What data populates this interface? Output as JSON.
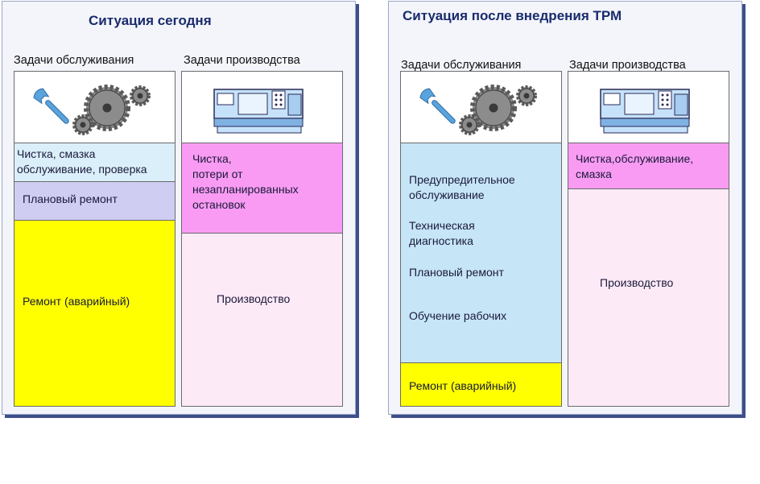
{
  "left_panel": {
    "title": "Ситуация сегодня",
    "maintenance_header": "Задачи обслуживания",
    "production_header": "Задачи производства",
    "maintenance": {
      "icons": [
        "wrench-icon",
        "gears-icon"
      ],
      "segments": [
        {
          "label": "Чистка, смазка\nобслуживание, проверка",
          "color": "#dbeffa"
        },
        {
          "label": "Плановый ремонт",
          "color": "#cfcdf1"
        },
        {
          "label": "Ремонт (аварийный)",
          "color": "#ffff00"
        }
      ]
    },
    "production": {
      "icons": [
        "machine-tool-icon"
      ],
      "segments": [
        {
          "label": "Чистка,\nпотери от\nнезапланированных\nостановок",
          "color": "#f99bf3"
        },
        {
          "label": "Производство",
          "color": "#fdeaf7"
        }
      ]
    }
  },
  "right_panel": {
    "title": "Ситуация после внедрения ТРМ",
    "maintenance_header": "Задачи обслуживания",
    "production_header": "Задачи производства",
    "maintenance": {
      "icons": [
        "wrench-icon",
        "gears-icon"
      ],
      "segments": [
        {
          "items": [
            "Предупредительное\nобслуживание",
            "Техническая\nдиагностика",
            "Плановый ремонт",
            "Обучение рабочих"
          ],
          "color": "#c6e5f7"
        },
        {
          "label": "Ремонт (аварийный)",
          "color": "#ffff00"
        }
      ]
    },
    "production": {
      "icons": [
        "machine-tool-icon"
      ],
      "segments": [
        {
          "label": "Чистка,обслуживание,\nсмазка",
          "color": "#f99bf3"
        },
        {
          "label": "Производство",
          "color": "#fdeaf7"
        }
      ]
    }
  }
}
